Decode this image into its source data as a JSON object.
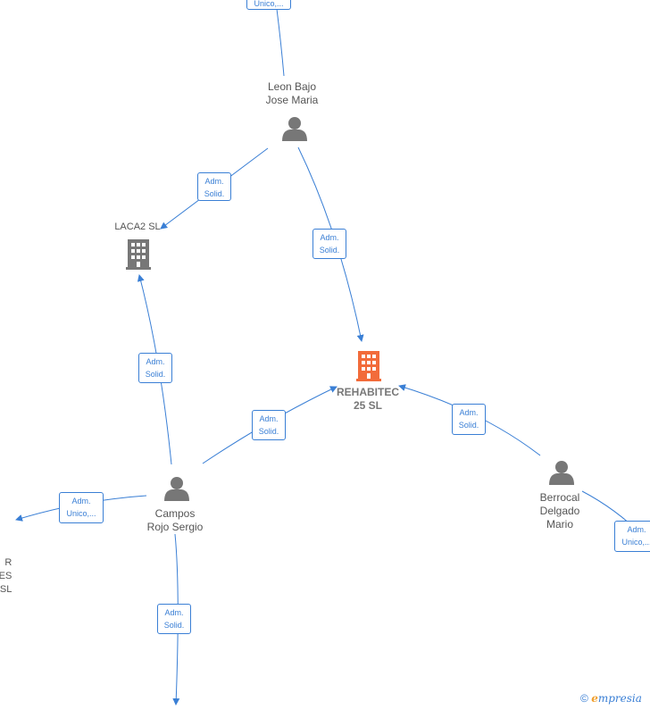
{
  "nodes": {
    "leon": {
      "label": "Leon Bajo\nJose Maria",
      "type": "person"
    },
    "laca2": {
      "label": "LACA2  SL",
      "type": "company"
    },
    "rehabitec": {
      "label": "REHABITEC\n25  SL",
      "type": "company-main"
    },
    "campos": {
      "label": "Campos\nRojo Sergio",
      "type": "person"
    },
    "berrocal": {
      "label": "Berrocal\nDelgado\nMario",
      "type": "person"
    },
    "left_company": {
      "label": "R\nES\nSL",
      "type": "company-partial"
    }
  },
  "edges": {
    "top": "Unico,...",
    "leon_laca2": "Adm.\nSolid.",
    "leon_rehabitec": "Adm.\nSolid.",
    "campos_laca2": "Adm.\nSolid.",
    "campos_rehabitec": "Adm.\nSolid.",
    "berrocal_rehabitec": "Adm.\nSolid.",
    "campos_left": "Adm.\nUnico,...",
    "campos_down": "Adm.\nSolid.",
    "berrocal_right": "Adm.\nUnico,..."
  },
  "colors": {
    "edge": "#3a7fd5",
    "person": "#777777",
    "company": "#777777",
    "main_company": "#f26b3a"
  },
  "watermark": {
    "copyright": "©",
    "brand_e": "e",
    "brand_rest": "mpresia"
  }
}
